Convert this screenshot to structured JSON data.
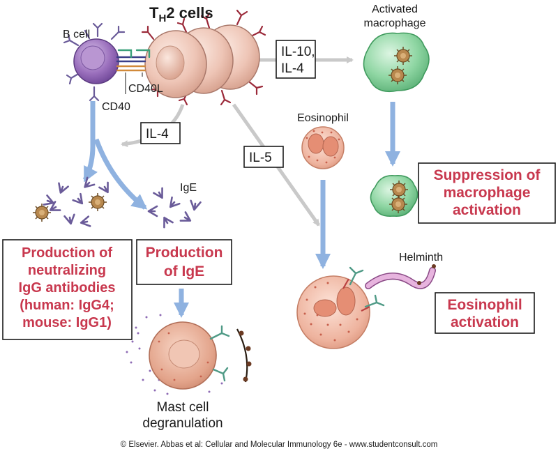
{
  "title": {
    "t": "T",
    "sub": "H",
    "rest": "2 cells"
  },
  "cells": {
    "b_cell": "B cell",
    "cd40l": "CD40L",
    "cd40": "CD40",
    "activated_macrophage": [
      "Activated",
      "macrophage"
    ],
    "eosinophil": "Eosinophil",
    "helminth": "Helminth",
    "ige": "IgE",
    "mast_cell": [
      "Mast cell",
      "degranulation"
    ]
  },
  "cytokines": {
    "il10_il4": [
      "IL-10,",
      "IL-4"
    ],
    "il4": "IL-4",
    "il5": "IL-5"
  },
  "outcomes": {
    "igg": [
      "Production of",
      "neutralizing",
      "IgG antibodies",
      "(human: IgG4;",
      "mouse: IgG1)"
    ],
    "ige": [
      "Production",
      "of IgE"
    ],
    "suppression": [
      "Suppression of",
      "macrophage",
      "activation"
    ],
    "eosinophil": [
      "Eosinophil",
      "activation"
    ]
  },
  "footer": "© Elsevier. Abbas et al: Cellular and Molecular Immunology 6e - www.studentconsult.com",
  "colors": {
    "outcome_text": "#c8384e",
    "blue_arrow": "#8fb2e0",
    "gray_arrow": "#c9c9c9",
    "b_cell": "#8e63b0",
    "th2_cell": "#e9c0b0",
    "macrophage": "#7fcf95",
    "eosinophil": "#e8a891",
    "mast_cell": "#e3a890",
    "antibody": "#6a5b99"
  }
}
